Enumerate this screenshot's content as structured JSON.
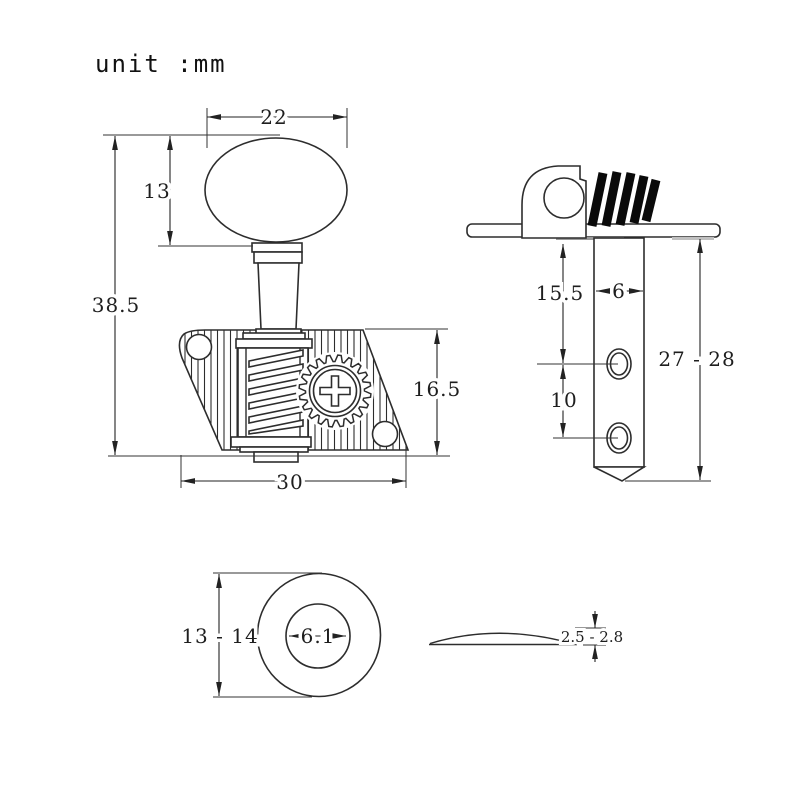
{
  "title": "unit :mm",
  "front_view": {
    "button_width": "22",
    "button_height": "13",
    "overall_height": "38.5",
    "plate_height": "16.5",
    "base_width": "30"
  },
  "side_view": {
    "plate_to_first_hole": "15.5",
    "post_width": "6",
    "hole_spacing": "10",
    "post_length": "27 - 28"
  },
  "bushing_view": {
    "outer_diameter": "13 - 14",
    "inner_diameter": "6.1"
  },
  "washer_view": {
    "thickness": "2.5 - 2.8"
  }
}
